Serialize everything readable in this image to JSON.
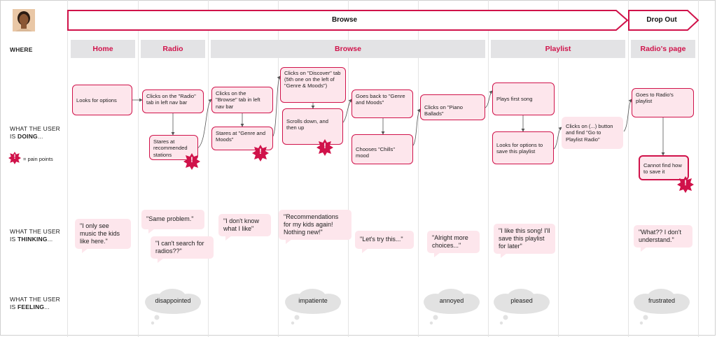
{
  "phases": [
    {
      "label": "Browse"
    },
    {
      "label": "Drop Out"
    }
  ],
  "rows": {
    "where": "WHERE",
    "doing_pre": "WHAT THE USER IS ",
    "doing_bold": "DOING",
    "doing_post": "...",
    "pain_legend": "= pain points",
    "thinking_pre": "WHAT THE USER IS ",
    "thinking_bold": "THINKING",
    "thinking_post": "...",
    "feeling_pre": "WHAT THE USER IS ",
    "feeling_bold": "FEELING",
    "feeling_post": "..."
  },
  "stages": [
    "Home",
    "Radio",
    "Browse",
    "Playlist",
    "Radio's page"
  ],
  "actions": [
    "Looks for options",
    "Clicks on the \"Radio\" tab in left nav bar",
    "Stares at recommended stations",
    "Clicks on the \"Browse\" tab in left nav bar",
    "Stares at \"Genre and Moods\"",
    "Clicks on \"Discover\" tab (5th one on the left of \"Genre & Moods\")",
    "Scrolls down, and then up",
    "Goes back to \"Genre and Moods\"",
    "Chooses \"Chills\" mood",
    "Clicks on \"Piano Ballads\"",
    "Plays first song",
    "Looks for options to save this playlist",
    "Clicks on (...) button and find \"Go to Playlist Radio\"",
    "Goes to Radio's playlist",
    "Cannot find how to save it"
  ],
  "pain_symbol": "!",
  "thoughts": [
    "\"I only see music the kids like here.\"",
    "\"Same problem.\"",
    "\"I can't search for radios??\"",
    "\"I don't know what I like\"",
    "\"Recommendations for my kids again! Nothing new!\"",
    "\"Let's try this...\"",
    "\"Alright more choices...\"",
    "\"I like this song! I'll save this playlist for later\"",
    "\"What?? I don't understand.\""
  ],
  "feelings": [
    "disappointed",
    "impatiente",
    "annoyed",
    "pleased",
    "frustrated"
  ],
  "colors": {
    "accent": "#d0124a",
    "card_bg": "#fde6ec",
    "stage_bg": "#e3e3e5",
    "cloud": "#e2e2e2"
  }
}
